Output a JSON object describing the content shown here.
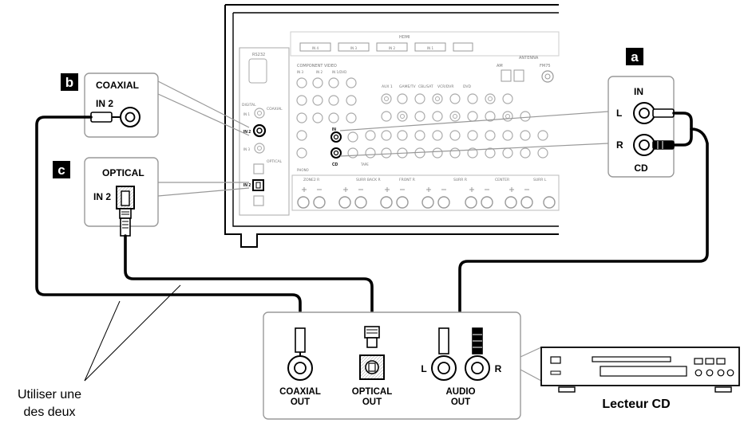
{
  "badges": {
    "a": "a",
    "b": "b",
    "c": "c"
  },
  "coaxial_box": {
    "title": "COAXIAL",
    "jack": "IN 2"
  },
  "optical_box": {
    "title": "OPTICAL",
    "jack": "IN 2"
  },
  "cd_box": {
    "top": "IN",
    "left": "L",
    "right": "R",
    "bottom": "CD"
  },
  "player_box": {
    "coax_1": "COAXIAL",
    "coax_2": "OUT",
    "opt_1": "OPTICAL",
    "opt_2": "OUT",
    "audio_1": "AUDIO",
    "audio_2": "OUT",
    "l": "L",
    "r": "R"
  },
  "device_label": "Lecteur CD",
  "note_line1": "Utiliser une",
  "note_line2": "des deux",
  "rear_panel": {
    "hdmi": "HDMI",
    "hdmi_jacks": [
      "IN 4",
      "IN 3",
      "IN 2",
      "IN 1"
    ],
    "rs232": "RS232",
    "component_video": "COMPONENT VIDEO",
    "component_jacks": [
      "IN 3",
      "IN 2",
      "IN 1/DVD"
    ],
    "antenna": "ANTENNA",
    "am": "AM",
    "fm": "FM75",
    "digital": "DIGITAL",
    "coaxial": "COAXIAL",
    "optical": "OPTICAL",
    "digital_in_1": "IN 1",
    "digital_in_2": "IN 2",
    "digital_in_3": "IN 3",
    "cd_in": "IN",
    "cd": "CD",
    "phono": "PHONO",
    "tape": "TAPE",
    "av_groups": [
      "AUX 1",
      "GAME/TV",
      "CBL/SAT",
      "VCR/DVR",
      "DVD"
    ],
    "speakers": [
      "ZONE2 R",
      "SURR BACK R",
      "FRONT R",
      "SURR R",
      "CENTER",
      "SURR L"
    ]
  }
}
